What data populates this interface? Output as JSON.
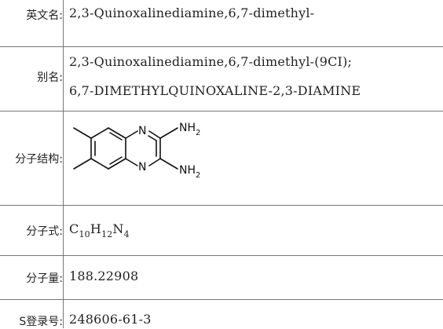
{
  "rows": {
    "english_name": {
      "label": "英文名:",
      "value": "2,3-Quinoxalinediamine,6,7-dimethyl-"
    },
    "synonyms": {
      "label": "别名:",
      "values": [
        "2,3-Quinoxalinediamine,6,7-dimethyl-(9CI);",
        "6,7-DIMETHYLQUINOXALINE-2,3-DIAMINE"
      ]
    },
    "structure": {
      "label": "分子结构:",
      "atoms": {
        "n_top": "N",
        "n_bottom": "N",
        "nh2_top_main": "NH",
        "nh2_top_sub": "2",
        "nh2_bottom_main": "NH",
        "nh2_bottom_sub": "2"
      }
    },
    "formula": {
      "label": "分子式:",
      "parts": [
        "C",
        "10",
        "H",
        "12",
        "N",
        "4"
      ]
    },
    "molecular_weight": {
      "label": "分子量:",
      "value": "188.22908"
    },
    "cas": {
      "label": "S登录号:",
      "value": "248606-61-3"
    }
  }
}
